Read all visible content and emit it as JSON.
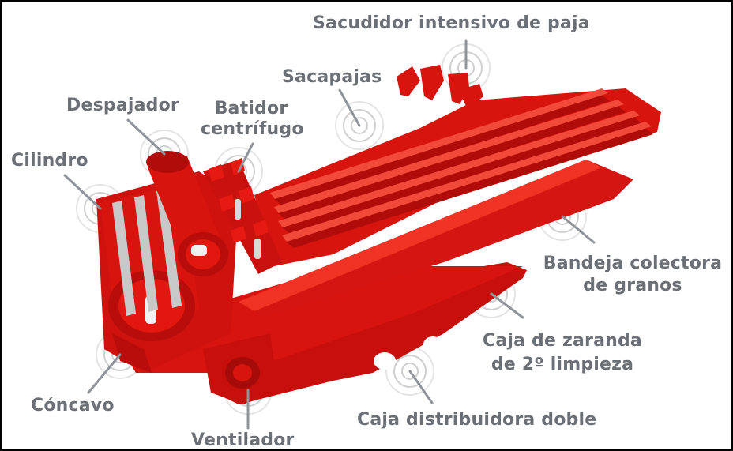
{
  "diagram": {
    "labels": {
      "sacudidor": "Sacudidor intensivo de paja",
      "sacapajas": "Sacapajas",
      "despajador": "Despajador",
      "batidor_1": "Batidor",
      "batidor_2": "centrífugo",
      "cilindro": "Cilindro",
      "bandeja_1": "Bandeja colectora",
      "bandeja_2": "de granos",
      "zaranda_1": "Caja de zaranda",
      "zaranda_2": "de 2º limpieza",
      "concavo": "Cóncavo",
      "distribuidora": "Caja distribuidora doble",
      "ventilador": "Ventilador"
    },
    "colors": {
      "machine": "#e0140f",
      "machine_dark": "#a30a08",
      "machine_light": "#f23a2c",
      "label_text": "#6b6f76",
      "leader_line": "#8f939a"
    }
  }
}
